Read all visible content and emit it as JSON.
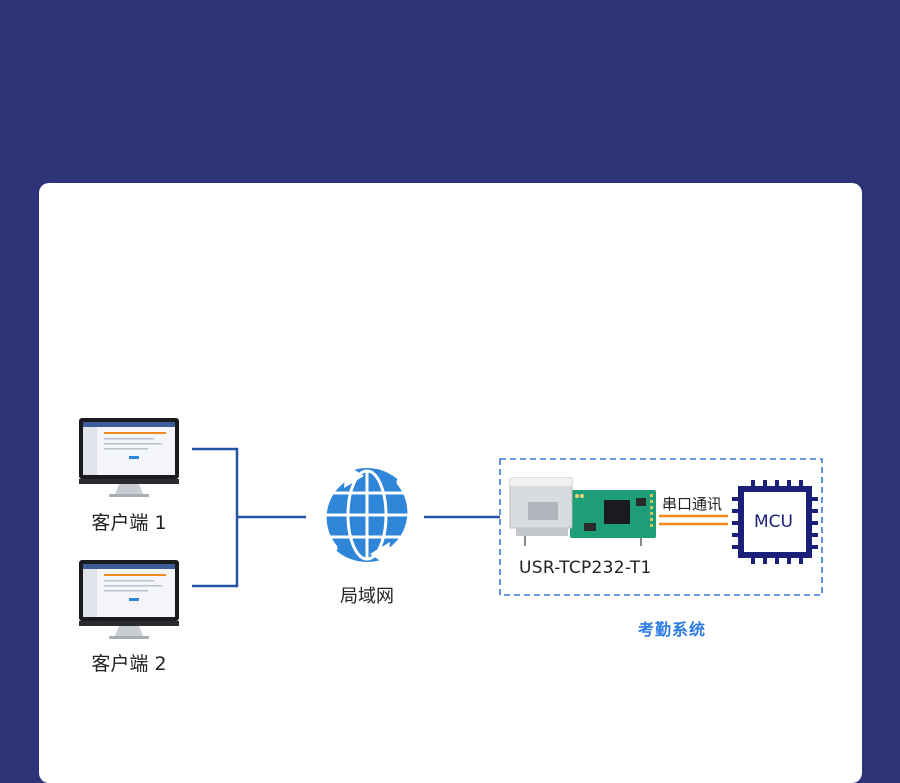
{
  "colors": {
    "background": "#2d3478",
    "card": "#ffffff",
    "connector_line": "#2552a6",
    "globe_blue": "#2f86d8",
    "serial_line": "#f08a1c",
    "dashed_box": "#3a78dd",
    "mcu_navy": "#1b1f7a",
    "pcb_green": "#1e9e77",
    "system_label": "#2c7be5"
  },
  "diagram": {
    "client1_label": "客户端 1",
    "client2_label": "客户端 2",
    "lan_label": "局域网",
    "module_label": "USR-TCP232-T1",
    "serial_label": "串口通讯",
    "mcu_label": "MCU",
    "system_label": "考勤系统"
  },
  "icons": {
    "monitor": "monitor-icon",
    "globe": "globe-icon",
    "module": "ethernet-module-icon",
    "chip": "mcu-chip-icon"
  }
}
